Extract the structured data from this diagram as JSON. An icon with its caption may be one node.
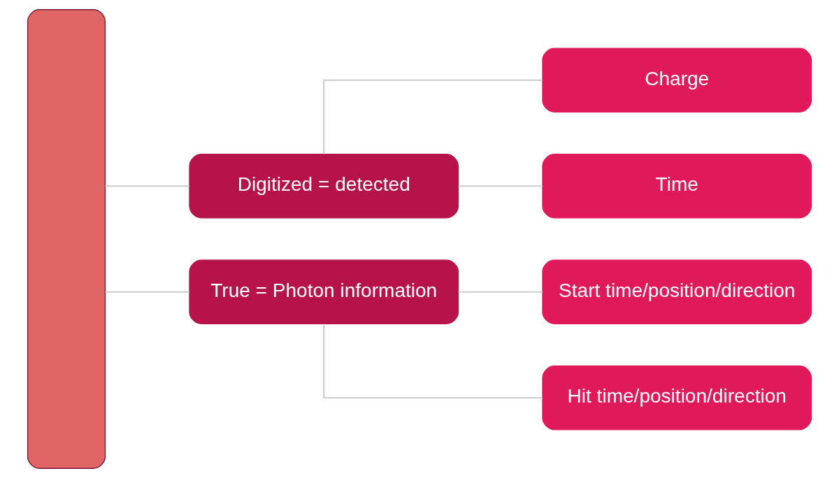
{
  "diagram": {
    "nodes": [
      {
        "text": [],
        "shape": "box"
      },
      {
        "text": [
          "Digitized = detected"
        ]
      },
      {
        "text": [
          "Charge"
        ]
      },
      {
        "text": [
          "Time"
        ]
      },
      {
        "text": [
          "True = Photon information"
        ]
      },
      {
        "text": [
          "Start time/position/direction"
        ]
      },
      {
        "text": [
          "Hit time/position/direction"
        ]
      }
    ],
    "edges": [
      {
        "from": 0,
        "to": 1,
        "arrow": "none"
      },
      {
        "from": 0,
        "to": 4,
        "arrow": "none"
      },
      {
        "from": 1,
        "to": 2,
        "arrow": "none"
      },
      {
        "from": 1,
        "to": 3,
        "arrow": "none"
      },
      {
        "from": 4,
        "to": 5,
        "arrow": "none"
      },
      {
        "from": 4,
        "to": 6,
        "arrow": "none"
      }
    ]
  }
}
